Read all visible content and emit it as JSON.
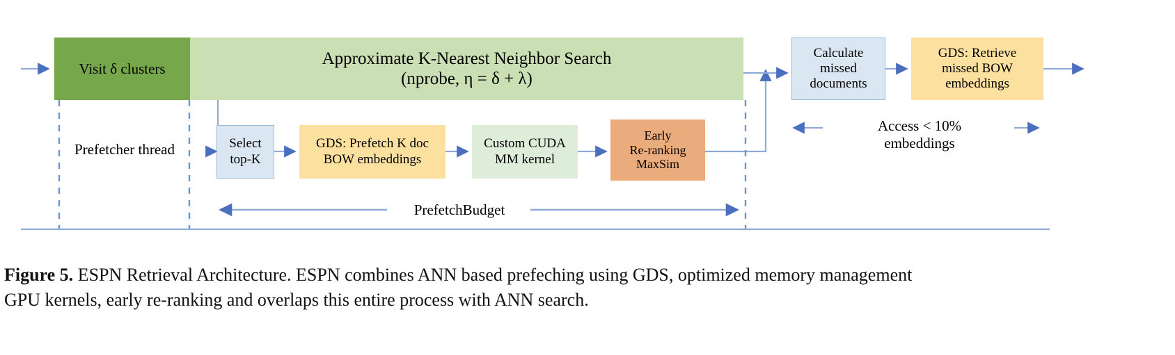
{
  "figure": {
    "boxes": {
      "visit_clusters": "Visit δ clusters",
      "ann_search": "Approximate K-Nearest Neighbor Search\n(nprobe, η =  δ +  λ)",
      "calculate_missed": "Calculate\nmissed\ndocuments",
      "gds_retrieve": "GDS: Retrieve\nmissed BOW\nembeddings",
      "select_topk": "Select\ntop-K",
      "gds_prefetch": "GDS: Prefetch K doc\nBOW embeddings",
      "custom_cuda": "Custom CUDA\nMM kernel",
      "early_rerank": "Early\nRe-ranking\nMaxSim"
    },
    "labels": {
      "prefetcher_thread": "Prefetcher thread",
      "access_embeddings": "Access < 10%\nembeddings",
      "prefetch_budget": "PrefetchBudget"
    },
    "colors": {
      "green_dark": "#76A74B",
      "green_light": "#CBDFB4",
      "blue_fill": "#DBE6F3",
      "blue_stroke": "#9DB9D9",
      "yellow": "#FBE0A0",
      "green_pale": "#DEEDDA",
      "orange": "#EBAC7D",
      "arrow_blue": "#5B7FC7",
      "wire_blue": "#8FAAD6",
      "dashed_blue": "#6C94D2"
    }
  },
  "caption": {
    "figure_label": "Figure 5.",
    "line1": " ESPN Retrieval Architecture. ESPN combines ANN based prefeching using GDS, optimized memory management",
    "line2": "GPU kernels, early re-ranking and overlaps this entire process with ANN search."
  }
}
